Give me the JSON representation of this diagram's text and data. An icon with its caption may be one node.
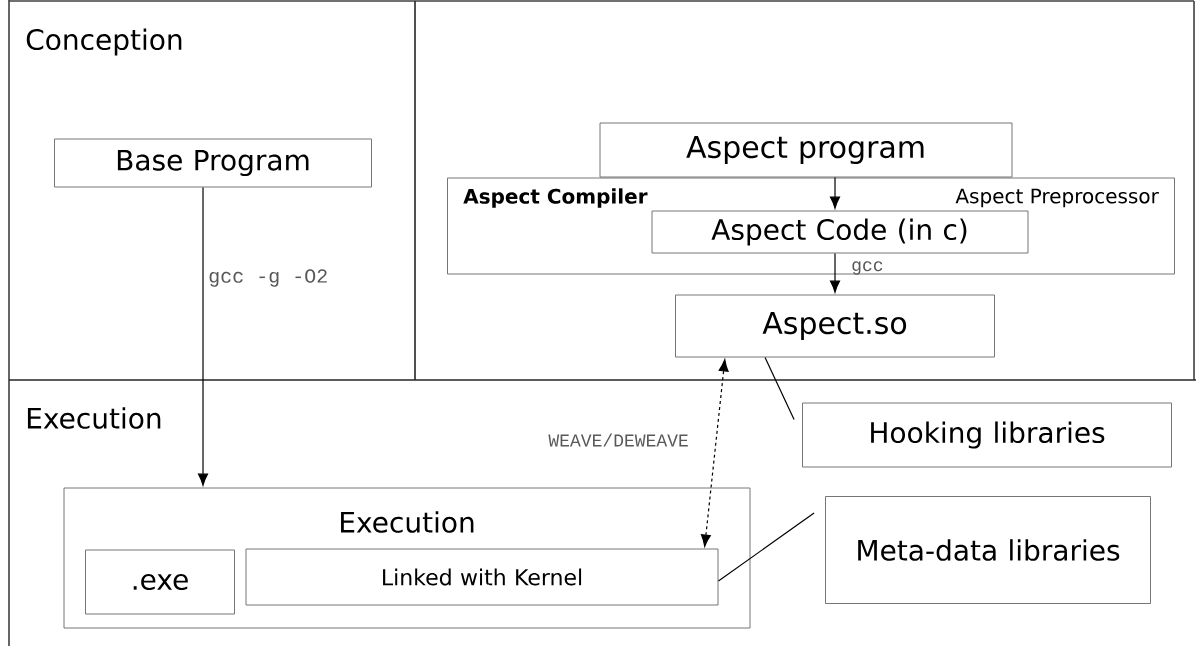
{
  "diagram": {
    "nodes": [
      {
        "text": [
          "Base Program"
        ]
      },
      {
        "text": [
          "Aspect program"
        ]
      },
      {
        "text": [
          "Aspect Compiler",
          "Aspect Preprocessor"
        ]
      },
      {
        "text": [
          "Aspect Code (in c)"
        ],
        "in": 2
      },
      {
        "text": [
          "Aspect.so"
        ]
      },
      {
        "text": [
          "Hooking libraries"
        ]
      },
      {
        "text": [
          "Execution"
        ]
      },
      {
        "text": [
          ".exe"
        ],
        "in": 6
      },
      {
        "text": [
          "Linked with Kernel"
        ],
        "in": 6
      },
      {
        "text": [
          "Meta-data libraries"
        ]
      }
    ],
    "edges": [
      {
        "from": 0,
        "to": 6,
        "arrow": "to",
        "label": "gcc -g -O2"
      },
      {
        "from": 1,
        "to": 3,
        "arrow": "to"
      },
      {
        "from": 3,
        "to": 4,
        "arrow": "to",
        "label": "gcc"
      },
      {
        "from": 8,
        "to": 4,
        "arrow": "both",
        "style": "dashed",
        "label": "WEAVE/DEWEAVE"
      },
      {
        "from": 5,
        "to": 4,
        "arrow": "none"
      },
      {
        "from": 9,
        "to": 8,
        "arrow": "none"
      }
    ],
    "labels": [
      "Conception",
      "Execution"
    ]
  }
}
